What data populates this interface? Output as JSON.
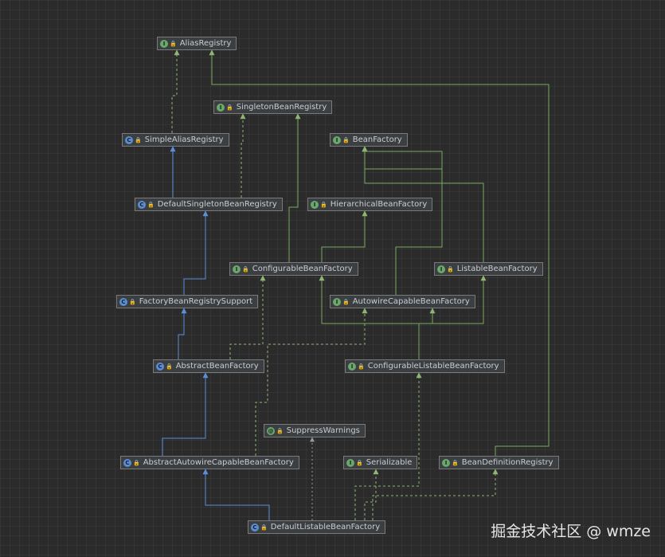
{
  "nodes": {
    "alias_registry": {
      "label": "AliasRegistry",
      "kind": "interface"
    },
    "singleton_bean_registry": {
      "label": "SingletonBeanRegistry",
      "kind": "interface"
    },
    "simple_alias_registry": {
      "label": "SimpleAliasRegistry",
      "kind": "class"
    },
    "bean_factory": {
      "label": "BeanFactory",
      "kind": "interface"
    },
    "default_singleton_bean_registry": {
      "label": "DefaultSingletonBeanRegistry",
      "kind": "class"
    },
    "hierarchical_bean_factory": {
      "label": "HierarchicalBeanFactory",
      "kind": "interface"
    },
    "configurable_bean_factory": {
      "label": "ConfigurableBeanFactory",
      "kind": "interface"
    },
    "listable_bean_factory": {
      "label": "ListableBeanFactory",
      "kind": "interface"
    },
    "factory_bean_registry_support": {
      "label": "FactoryBeanRegistrySupport",
      "kind": "class"
    },
    "autowire_capable_bean_factory": {
      "label": "AutowireCapableBeanFactory",
      "kind": "interface"
    },
    "abstract_bean_factory": {
      "label": "AbstractBeanFactory",
      "kind": "class"
    },
    "configurable_listable_bean_factory": {
      "label": "ConfigurableListableBeanFactory",
      "kind": "interface"
    },
    "suppress_warnings": {
      "label": "SuppressWarnings",
      "kind": "annotation"
    },
    "abstract_autowire_capable_bean_factory": {
      "label": "AbstractAutowireCapableBeanFactory",
      "kind": "class"
    },
    "serializable": {
      "label": "Serializable",
      "kind": "interface"
    },
    "bean_definition_registry": {
      "label": "BeanDefinitionRegistry",
      "kind": "interface"
    },
    "default_listable_bean_factory": {
      "label": "DefaultListableBeanFactory",
      "kind": "class"
    }
  },
  "edges": [
    {
      "from": "simple_alias_registry",
      "to": "alias_registry",
      "type": "implements"
    },
    {
      "from": "default_singleton_bean_registry",
      "to": "simple_alias_registry",
      "type": "extends"
    },
    {
      "from": "default_singleton_bean_registry",
      "to": "singleton_bean_registry",
      "type": "implements"
    },
    {
      "from": "factory_bean_registry_support",
      "to": "default_singleton_bean_registry",
      "type": "extends"
    },
    {
      "from": "abstract_bean_factory",
      "to": "factory_bean_registry_support",
      "type": "extends"
    },
    {
      "from": "abstract_bean_factory",
      "to": "configurable_bean_factory",
      "type": "implements"
    },
    {
      "from": "abstract_autowire_capable_bean_factory",
      "to": "abstract_bean_factory",
      "type": "extends"
    },
    {
      "from": "abstract_autowire_capable_bean_factory",
      "to": "autowire_capable_bean_factory",
      "type": "implements"
    },
    {
      "from": "default_listable_bean_factory",
      "to": "abstract_autowire_capable_bean_factory",
      "type": "extends"
    },
    {
      "from": "default_listable_bean_factory",
      "to": "configurable_listable_bean_factory",
      "type": "implements"
    },
    {
      "from": "default_listable_bean_factory",
      "to": "serializable",
      "type": "implements"
    },
    {
      "from": "default_listable_bean_factory",
      "to": "bean_definition_registry",
      "type": "implements"
    },
    {
      "from": "default_listable_bean_factory",
      "to": "suppress_warnings",
      "type": "annotated"
    },
    {
      "from": "bean_definition_registry",
      "to": "alias_registry",
      "type": "interface-extends"
    },
    {
      "from": "hierarchical_bean_factory",
      "to": "bean_factory",
      "type": "interface-extends"
    },
    {
      "from": "listable_bean_factory",
      "to": "bean_factory",
      "type": "interface-extends"
    },
    {
      "from": "autowire_capable_bean_factory",
      "to": "bean_factory",
      "type": "interface-extends"
    },
    {
      "from": "configurable_bean_factory",
      "to": "hierarchical_bean_factory",
      "type": "interface-extends"
    },
    {
      "from": "configurable_bean_factory",
      "to": "singleton_bean_registry",
      "type": "interface-extends"
    },
    {
      "from": "configurable_listable_bean_factory",
      "to": "listable_bean_factory",
      "type": "interface-extends"
    },
    {
      "from": "configurable_listable_bean_factory",
      "to": "autowire_capable_bean_factory",
      "type": "interface-extends"
    },
    {
      "from": "configurable_listable_bean_factory",
      "to": "configurable_bean_factory",
      "type": "interface-extends"
    }
  ],
  "colors": {
    "background": "#2b2b2b",
    "extends_line": "#5b8fd9",
    "implements_line": "#8fb573",
    "interface_extends_line": "#79a85f",
    "annotation_line": "#9a9a9a",
    "node_fill": "#3c3f41",
    "node_border": "#7a7a7a",
    "node_text": "#c9cdd2"
  },
  "watermark": "掘金技术社区 @ wmze"
}
